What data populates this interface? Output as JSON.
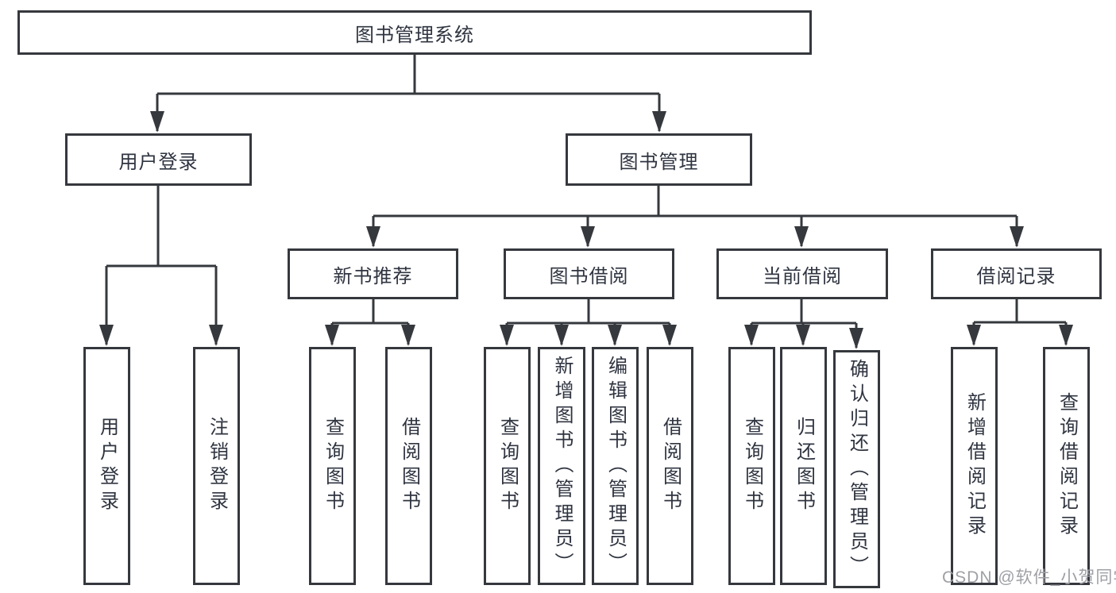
{
  "title": {
    "label": "图书管理系统"
  },
  "level2": [
    {
      "label": "用户登录"
    },
    {
      "label": "图书管理"
    }
  ],
  "level3": [
    {
      "label": "新书推荐"
    },
    {
      "label": "图书借阅"
    },
    {
      "label": "当前借阅"
    },
    {
      "label": "借阅记录"
    }
  ],
  "leaves": [
    {
      "label": "用户登录"
    },
    {
      "label": "注销登录"
    },
    {
      "label": "查询图书"
    },
    {
      "label": "借阅图书"
    },
    {
      "label": "查询图书"
    },
    {
      "label": "新增图书（管理员）"
    },
    {
      "label": "编辑图书（管理员）"
    },
    {
      "label": "借阅图书"
    },
    {
      "label": "查询图书"
    },
    {
      "label": "归还图书"
    },
    {
      "label": "确认归还（管理员）"
    },
    {
      "label": "新增借阅记录"
    },
    {
      "label": "查询借阅记录"
    }
  ],
  "watermark": {
    "text": "CSDN @软件_小贺同学"
  },
  "colors": {
    "line": "#35383d",
    "text": "#2f3440",
    "watermark": "#9fa0a6",
    "background": "#ffffff"
  }
}
